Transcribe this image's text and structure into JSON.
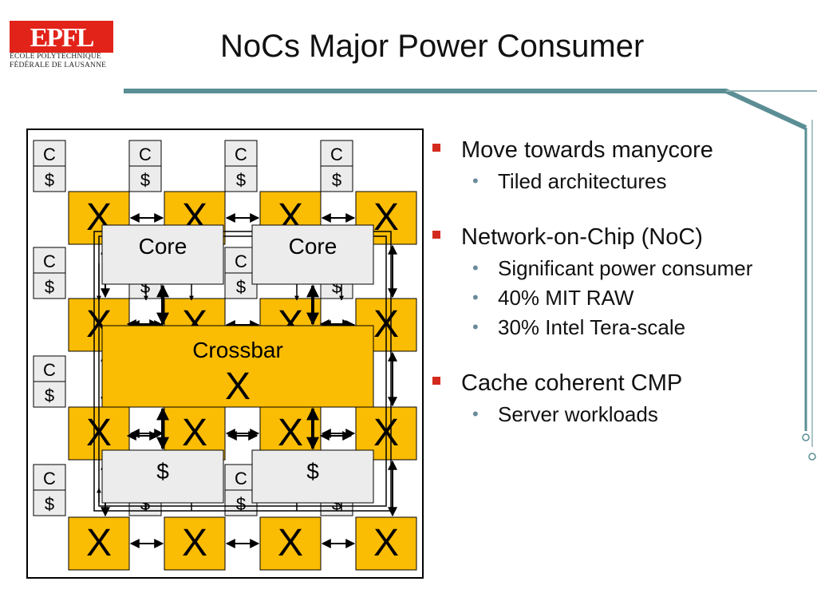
{
  "header": {
    "logo_text": "EPFL",
    "logo_line1": "ÉCOLE POLYTECHNIQUE",
    "logo_line2": "FÉDÉRALE DE LAUSANNE",
    "title": "NoCs Major Power Consumer"
  },
  "diagram": {
    "tile_core_label": "C",
    "tile_cache_label": "$",
    "router_glyph": "X",
    "core_label": "Core",
    "crossbar_label": "Crossbar",
    "cache_label": "$"
  },
  "bullets": [
    {
      "text": "Move towards manycore",
      "sub": [
        "Tiled architectures"
      ]
    },
    {
      "text": "Network-on-Chip (NoC)",
      "sub": [
        "Significant power consumer",
        "40% MIT RAW",
        "30% Intel Tera-scale"
      ]
    },
    {
      "text": "Cache coherent CMP",
      "sub": [
        "Server workloads"
      ]
    }
  ],
  "colors": {
    "router": "#fbbc04",
    "bullet_marker": "#d42a1e",
    "teal": "#5a8e94",
    "gray_box": "#ececec"
  },
  "icons": {
    "bullet_main": "red-square",
    "bullet_sub": "gray-dot"
  }
}
